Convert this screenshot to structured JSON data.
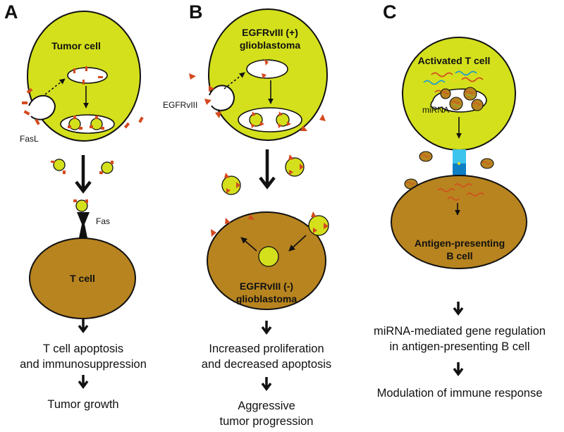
{
  "panels": {
    "a": {
      "letter": "A",
      "cell_top": "Tumor cell",
      "ligand_label": "FasL",
      "receptor_label": "Fas",
      "cell_bottom": "T cell",
      "outcome_1": [
        "T cell apoptosis",
        "and immunosuppression"
      ],
      "outcome_2": "Tumor growth"
    },
    "b": {
      "letter": "B",
      "cell_top": [
        "EGFRvIII (+)",
        "glioblastoma"
      ],
      "receptor_label": "EGFRvIII",
      "cell_bottom": [
        "EGFRvIII (-)",
        "glioblastoma"
      ],
      "outcome_1": [
        "Increased proliferation",
        "and decreased apoptosis"
      ],
      "outcome_2": [
        "Aggressive",
        "tumor progression"
      ]
    },
    "c": {
      "letter": "C",
      "cell_top": "Activated T cell",
      "rna_label": "miRNA",
      "cell_bottom": [
        "Antigen-presenting",
        "B cell"
      ],
      "outcome_1": [
        "miRNA-mediated gene regulation",
        "in antigen-presenting B cell"
      ],
      "outcome_2": "Modulation of immune response"
    }
  },
  "colors": {
    "tumor_cell": "#d4e01c",
    "t_cell": "#b8841f",
    "marker": "#d44a1e",
    "synapse_light": "#3cc4ec",
    "synapse_dark": "#0d7fc4",
    "outline": "#111111"
  }
}
